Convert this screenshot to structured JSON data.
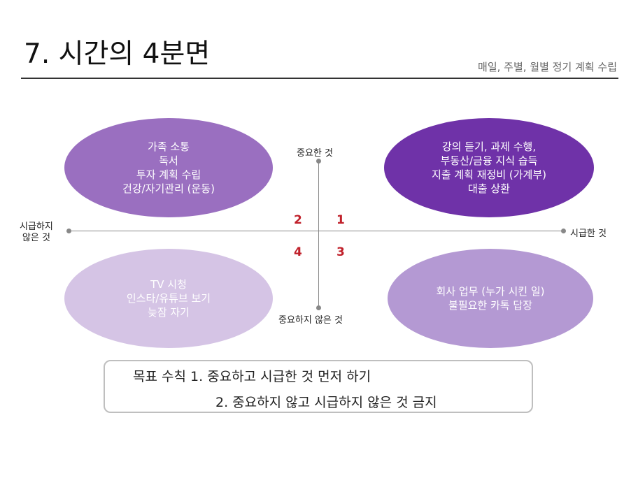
{
  "header": {
    "title": "7. 시간의 4분면",
    "subtitle": "매일, 주별, 월별 정기 계획 수립"
  },
  "axes": {
    "top": "중요한 것",
    "bottom": "중요하지 않은 것",
    "right": "시급한 것",
    "left_line1": "시급하지",
    "left_line2": "않은 것"
  },
  "quadrants": {
    "q1": {
      "number": "1",
      "lines": [
        "강의 듣기, 과제 수행,",
        "부동산/금융 지식 습득",
        "지출 계획 재정비 (가계부)",
        "대출 상환"
      ]
    },
    "q2": {
      "number": "2",
      "lines": [
        "가족 소통",
        "독서",
        "투자 계획 수립",
        "건강/자기관리 (운동)"
      ]
    },
    "q3": {
      "number": "3",
      "lines": [
        "회사 업무 (누가 시킨 일)",
        "불필요한 카톡 답장"
      ]
    },
    "q4": {
      "number": "4",
      "lines": [
        "TV 시청",
        "인스타/유튜브 보기",
        "늦잠 자기"
      ]
    }
  },
  "goals": {
    "line1": "목표 수칙 1. 중요하고 시급한 것 먼저 하기",
    "line2": "2. 중요하지 않고 시급하지 않은 것 금지"
  },
  "colors": {
    "q1": "#6f32a8",
    "q2": "#9a6fc0",
    "q3": "#b499d3",
    "q4": "#d5c4e5",
    "number_red": "#c0202a"
  }
}
